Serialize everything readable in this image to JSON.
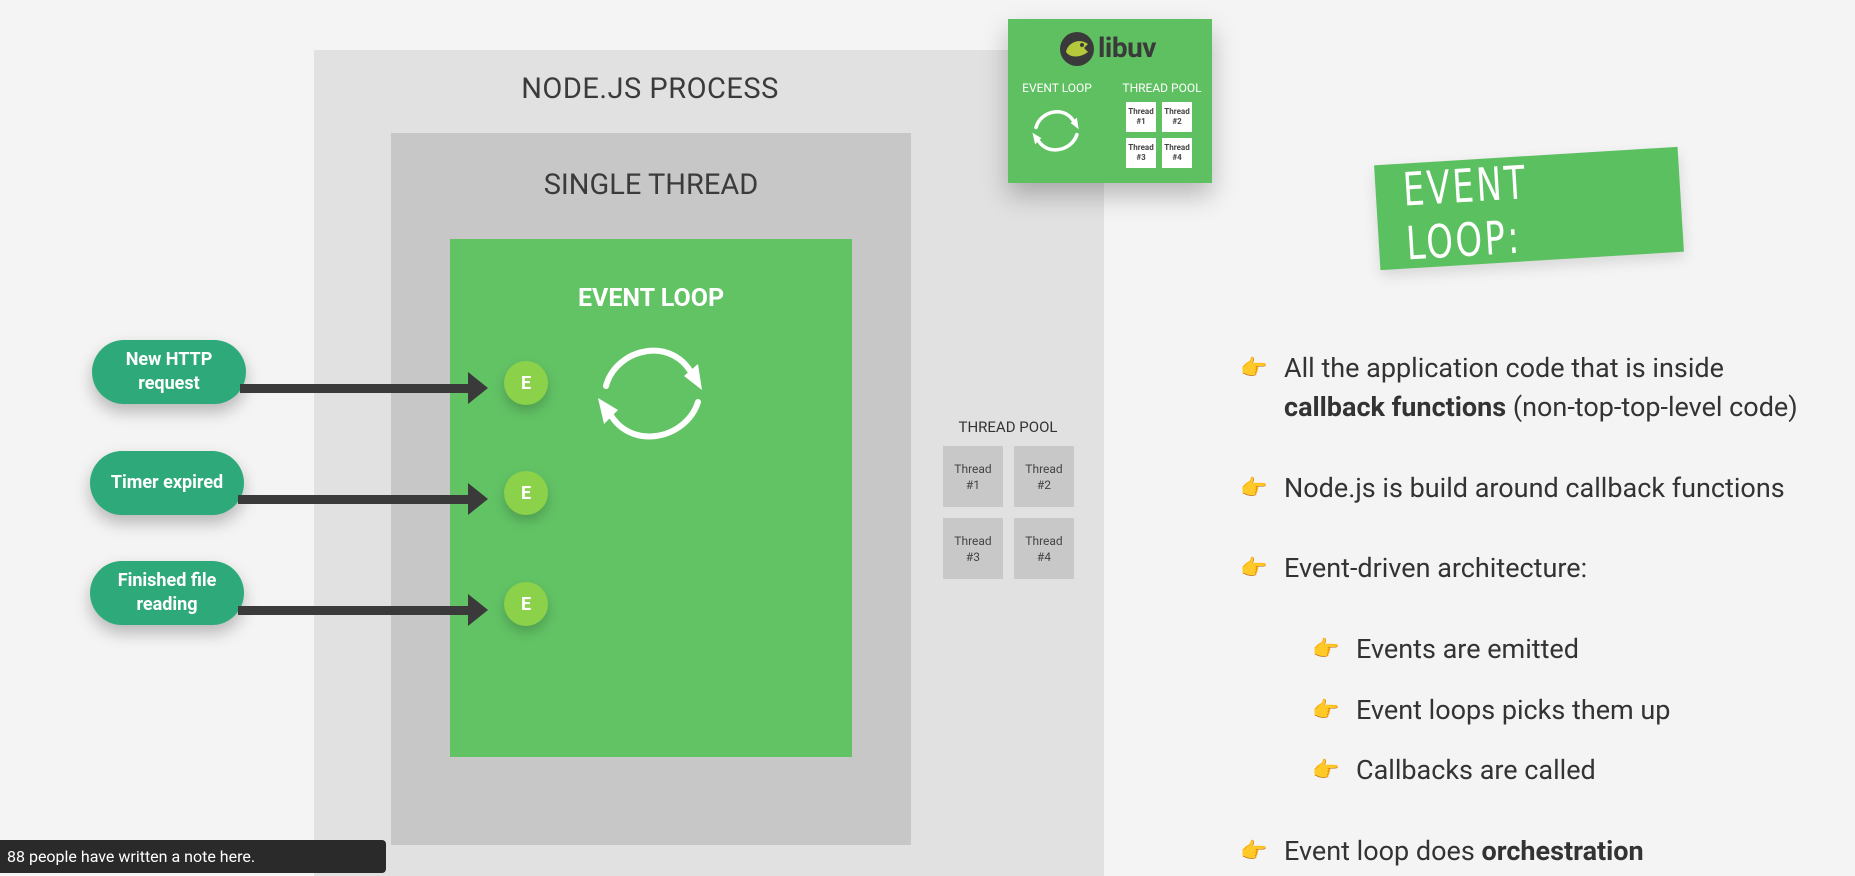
{
  "diagram": {
    "node_process_title": "NODE.JS PROCESS",
    "single_thread_title": "SINGLE THREAD",
    "event_loop_title": "EVENT LOOP",
    "events": [
      {
        "label": "New HTTP request",
        "marker": "E"
      },
      {
        "label": "Timer expired",
        "marker": "E"
      },
      {
        "label": "Finished file reading",
        "marker": "E"
      }
    ],
    "thread_pool_label": "THREAD POOL",
    "threads": [
      "Thread #1",
      "Thread #2",
      "Thread #3",
      "Thread #4"
    ]
  },
  "libuv_card": {
    "logo_text": "libuv",
    "event_loop_label": "EVENT LOOP",
    "thread_pool_label": "THREAD POOL",
    "threads": [
      "Thread #1",
      "Thread #2",
      "Thread #3",
      "Thread #4"
    ]
  },
  "slide_title": "EVENT LOOP:",
  "bullets": [
    {
      "pre": "All the application code that is inside",
      "line2_bold": "callback functions",
      "line2_rest": " (non-top-top-level code)"
    },
    {
      "text": "Node.js is build around callback functions"
    },
    {
      "text": "Event-driven architecture:"
    },
    {
      "text": "Events are emitted"
    },
    {
      "text": "Event loops picks them up"
    },
    {
      "text": "Callbacks are called"
    },
    {
      "pre": "Event loop does ",
      "bold": "orchestration"
    }
  ],
  "bullet_icon": "pointing-hand-icon",
  "note_banner": "88 people have written a note here.",
  "colors": {
    "green": "#62c365",
    "teal": "#2eaa7a",
    "light_green": "#8bd14a"
  }
}
